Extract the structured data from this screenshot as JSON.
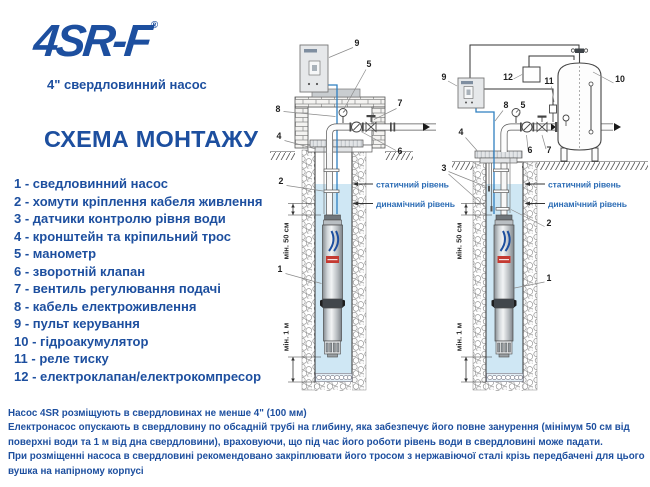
{
  "brand": {
    "logo": "4SR-F",
    "registered": "®",
    "subtitle": "4\" свердловинний насос"
  },
  "title": "СХЕМА МОНТАЖУ",
  "legend": {
    "sep": " - ",
    "items": [
      {
        "num": "1",
        "label": "сведловинний насос"
      },
      {
        "num": "2",
        "label": "хомути кріплення кабеля живлення"
      },
      {
        "num": "3",
        "label": "датчики контролю рівня води"
      },
      {
        "num": "4",
        "label": "кронштейн та кріпильний трос"
      },
      {
        "num": "5",
        "label": "манометр"
      },
      {
        "num": "6",
        "label": "зворотній клапан"
      },
      {
        "num": "7",
        "label": "вентиль регулювання подачі"
      },
      {
        "num": "8",
        "label": "кабель електроживлення"
      },
      {
        "num": "9",
        "label": "пульт керування"
      },
      {
        "num": "10",
        "label": "гідроакумулятор"
      },
      {
        "num": "11",
        "label": "реле тиску"
      },
      {
        "num": "12",
        "label": "електроклапан/електрокомпресор"
      }
    ]
  },
  "diagram": {
    "levels": {
      "static": "статичний рівень",
      "dynamic": "динамічний рівень"
    },
    "dims": {
      "min50": "мін. 50 см",
      "min1m": "мін. 1 м"
    },
    "callouts": {
      "n1": "1",
      "n2": "2",
      "n3": "3",
      "n4": "4",
      "n5": "5",
      "n6": "6",
      "n7": "7",
      "n8": "8",
      "n9": "9",
      "n10": "10",
      "n11": "11",
      "n12": "12"
    }
  },
  "notes": [
    "Насос 4SR розміщують в свердловинах не менше 4\" (100 мм)",
    "Електронасос опускають в свердловину по обсадній трубі на глибину, яка забезпечує його повне занурення (мінімум 50 см від поверхні води та 1 м від дна свердловини), враховуючи, що під час його роботи рівень води в свердловині може падати.",
    "При розміщенні насоса в свердловині рекомендовано закріплювати його тросом з нержавіючої сталі крізь передбачені для цього вушка на напірному корпусі"
  ],
  "colors": {
    "brand_blue": "#1d4f9f",
    "level_blue": "#2d6db5",
    "water": "#cfe7f4",
    "cable": "#2f7fc0"
  }
}
